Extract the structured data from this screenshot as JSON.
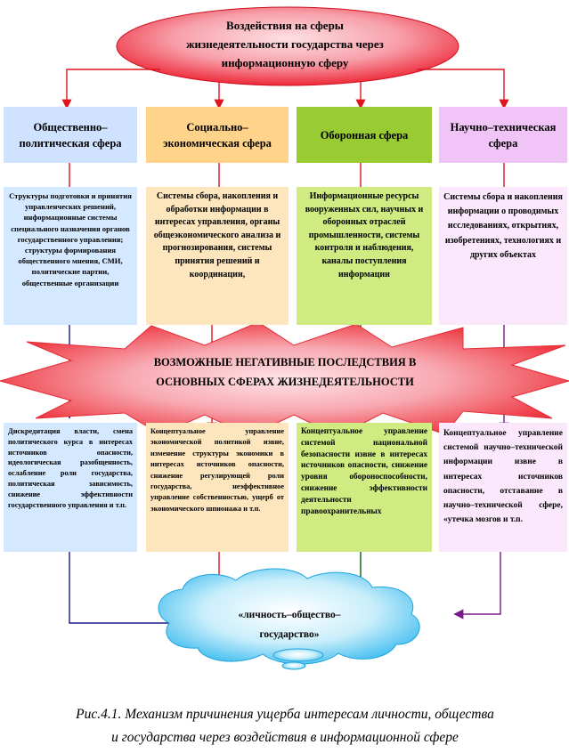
{
  "top": {
    "line1": "Воздействия на сферы",
    "line2": "жизнедеятельности государства через",
    "line3": "информационную сферу"
  },
  "spheres": [
    {
      "title": "Общественно–политическая  сфера",
      "color": "#cfe2ff"
    },
    {
      "title": "Социально–экономическая сфера",
      "color": "#ffd38a"
    },
    {
      "title": "Оборонная сфера",
      "color": "#99cc33"
    },
    {
      "title": "Научно–техническая сфера",
      "color": "#f0c4f6"
    }
  ],
  "details": [
    "Структуры подготовки и принятия управленческих решений, информационные системы специального назначения органов государственного управления; структуры формирования общественного мнения, СМИ, политические партии, общественные организации",
    "Системы сбора, накопления и обработки информации в интересах управления, органы общеэкономического анализа и прогнозирования, системы принятия решений и координации,",
    "Информационные ресурсы вооруженных сил, научных и оборонных отраслей промышленности, системы контроля и наблюдения, каналы поступления информации",
    "Системы сбора и накопления информации о проводимых исследованиях, открытиях, изобретениях, технологиях  и других объектах"
  ],
  "negative": {
    "line1": "ВОЗМОЖНЫЕ НЕГАТИВНЫЕ ПОСЛЕДСТВИЯ В",
    "line2": "ОСНОВНЫХ СФЕРАХ ЖИЗНЕДЕЯТЕЛЬНОСТИ"
  },
  "consequences": [
    "Дискредитация власти, смена политического курса в интересах источников опасности, идеологическая разобщенность, ослабление роли государства, политическая зависимость, снижение эффективности государственного управления и т.п.",
    "Концептуальное управление экономической политикой извне, изменение структуры экономики в интересах источников опасности, снижение регулирующей роли государства, неэффективное управление собственностью, ущерб от экономического шпионажа и т.п.",
    "Концептуальное управление системой национальной безопасности извне в интересах источников опасности, снижение уровня обороноспособности, снижение эффективности деятельности правоохранительных",
    "Концептуальное управление системой научно–технической информации извне в интересах источников опасности, отставание в научно–технической сфере, «утечка мозгов и т.п."
  ],
  "target": {
    "line1": "«личность–общество–",
    "line2": "государство»"
  },
  "caption": {
    "line1": "Рис.4.1. Механизм причинения ущерба интересам личности, общества",
    "line2": "и государства через воздействия в информационной сфере"
  },
  "colors": {
    "ellipse": "#f01e2c",
    "star": "#f03232",
    "arrow_red": "#e0141e",
    "arrow_blue": "#1a1a8c",
    "arrow_green": "#0a5a0a",
    "arrow_purple": "#7a1a8a",
    "cloud": "#40c0f0",
    "neg_green": "#cfeb82",
    "neg_purple": "#fbe8fd"
  }
}
